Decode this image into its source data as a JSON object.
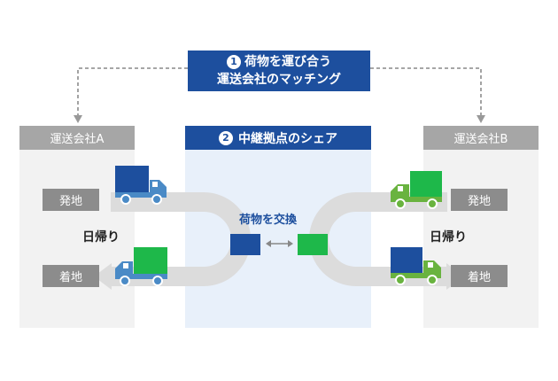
{
  "matching": {
    "number": "1",
    "line1": "荷物を運び合う",
    "line2": "運送会社のマッチング"
  },
  "hub": {
    "number": "2",
    "title": "中継拠点のシェア",
    "exchange_label": "荷物を交換"
  },
  "company_a": {
    "name": "運送会社A",
    "depart": "発地",
    "arrive": "着地",
    "day_trip": "日帰り"
  },
  "company_b": {
    "name": "運送会社B",
    "depart": "発地",
    "arrive": "着地",
    "day_trip": "日帰り"
  },
  "colors": {
    "navy": "#1d4f9e",
    "green": "#1eb84a",
    "gray_header": "#a6a6a6",
    "gray_tag": "#8c8c8c",
    "route": "#dcdcdc"
  }
}
